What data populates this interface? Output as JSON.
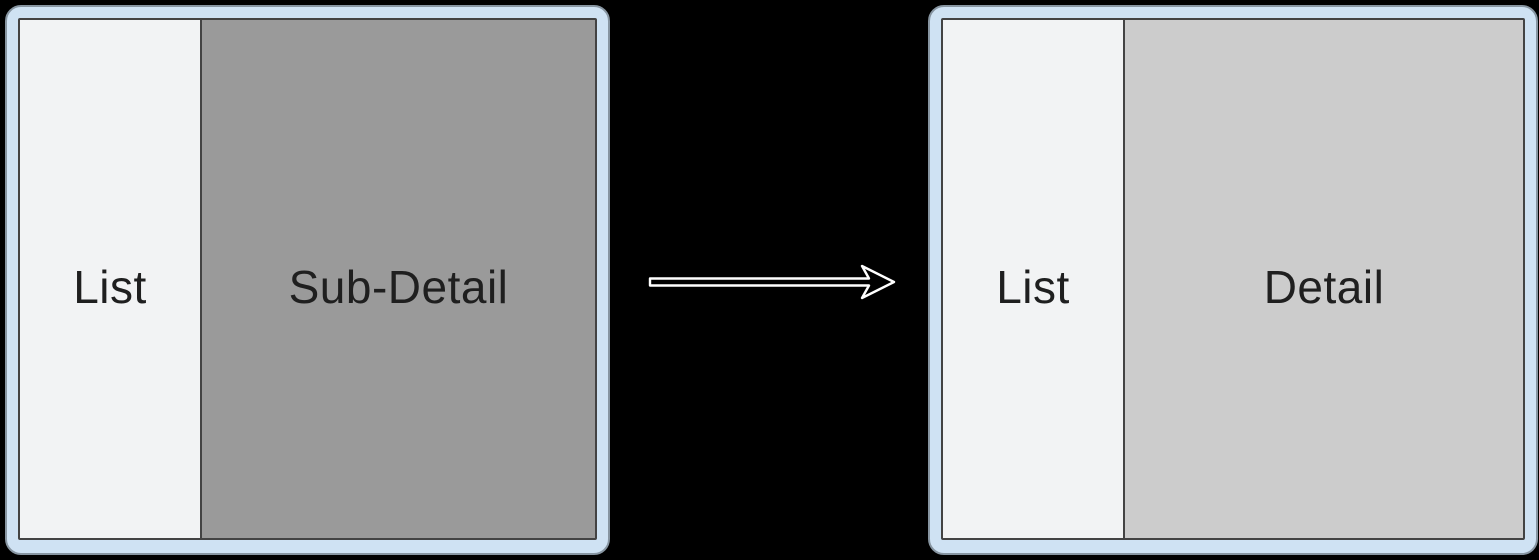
{
  "canvas": {
    "background": "#000000"
  },
  "colors": {
    "frame_fill": "#cfe2f3",
    "frame_edge": "#8795a1",
    "screen_border": "#434343",
    "list_pane_bg": "#f2f3f4",
    "sub_detail_pane_bg": "#9a9a9a",
    "detail_pane_bg": "#cccccc",
    "label_text": "#1f1f1f",
    "arrow_stroke": "#ffffff",
    "arrow_fill": "#000000"
  },
  "before_screen": {
    "list_label": "List",
    "detail_label": "Sub-Detail"
  },
  "after_screen": {
    "list_label": "List",
    "detail_label": "Detail"
  },
  "arrow": {
    "direction": "right"
  }
}
